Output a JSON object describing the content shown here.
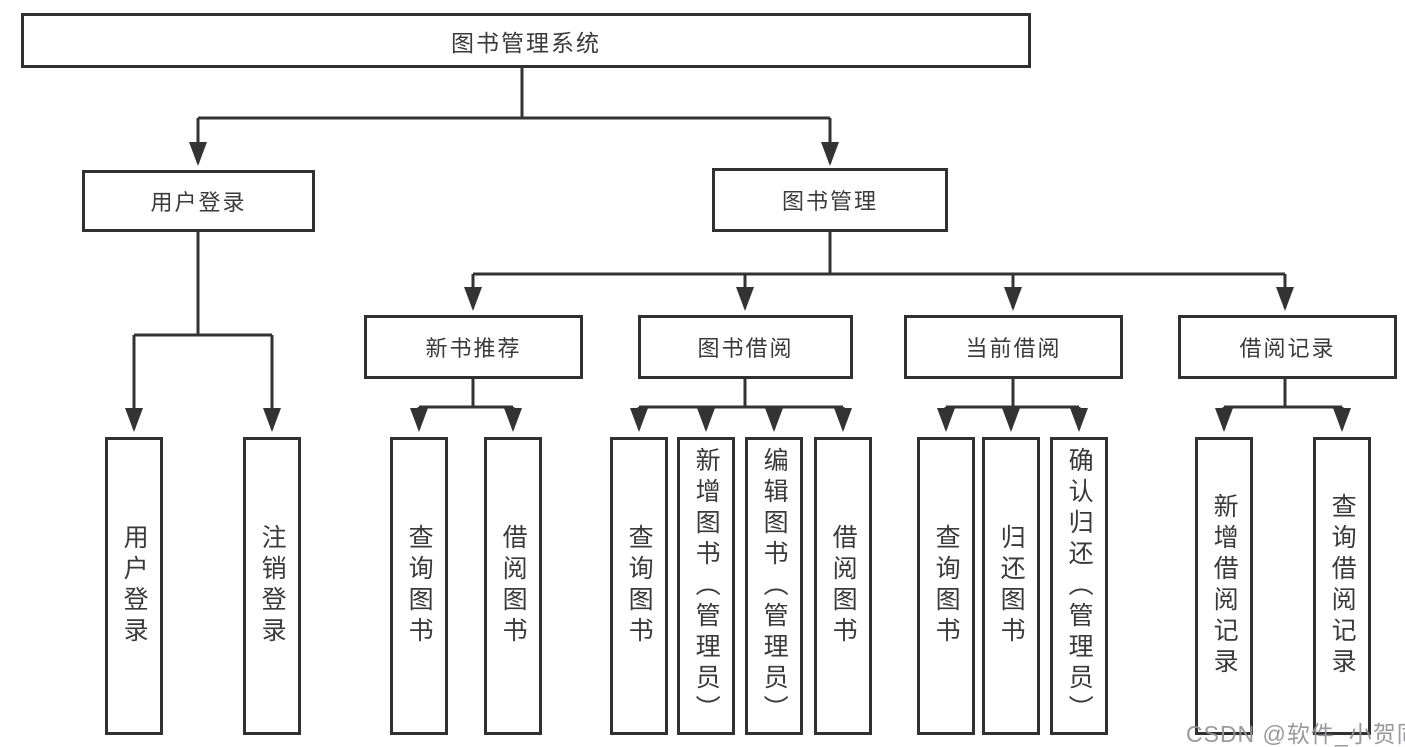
{
  "tree": {
    "root": {
      "label": "图书管理系统"
    },
    "children": [
      {
        "label": "用户登录",
        "children": [
          {
            "label": "用户登录"
          },
          {
            "label": "注销登录"
          }
        ]
      },
      {
        "label": "图书管理",
        "children": [
          {
            "label": "新书推荐",
            "children": [
              {
                "label": "查询图书"
              },
              {
                "label": "借阅图书"
              }
            ]
          },
          {
            "label": "图书借阅",
            "children": [
              {
                "label": "查询图书"
              },
              {
                "label": "新增图书（管理员）"
              },
              {
                "label": "编辑图书（管理员）"
              },
              {
                "label": "借阅图书"
              }
            ]
          },
          {
            "label": "当前借阅",
            "children": [
              {
                "label": "查询图书"
              },
              {
                "label": "归还图书"
              },
              {
                "label": "确认归还（管理员）"
              }
            ]
          },
          {
            "label": "借阅记录",
            "children": [
              {
                "label": "新增借阅记录"
              },
              {
                "label": "查询借阅记录"
              }
            ]
          }
        ]
      }
    ]
  },
  "watermark": {
    "text": "CSDN @软件_小贺同学"
  },
  "colors": {
    "line": "#333333",
    "box_border": "#303030",
    "text": "#3a3a3a",
    "watermark": "#94949a",
    "background": "#ffffff"
  }
}
